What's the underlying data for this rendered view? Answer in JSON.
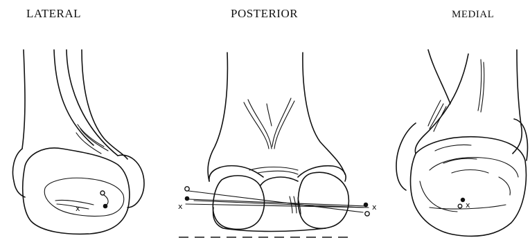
{
  "views": {
    "lateral": {
      "label": "LATERAL"
    },
    "posterior": {
      "label": "POSTERIOR"
    },
    "medial": {
      "label": "MEDIAL"
    }
  },
  "markers": {
    "cross": "x",
    "open_circle": "o"
  }
}
